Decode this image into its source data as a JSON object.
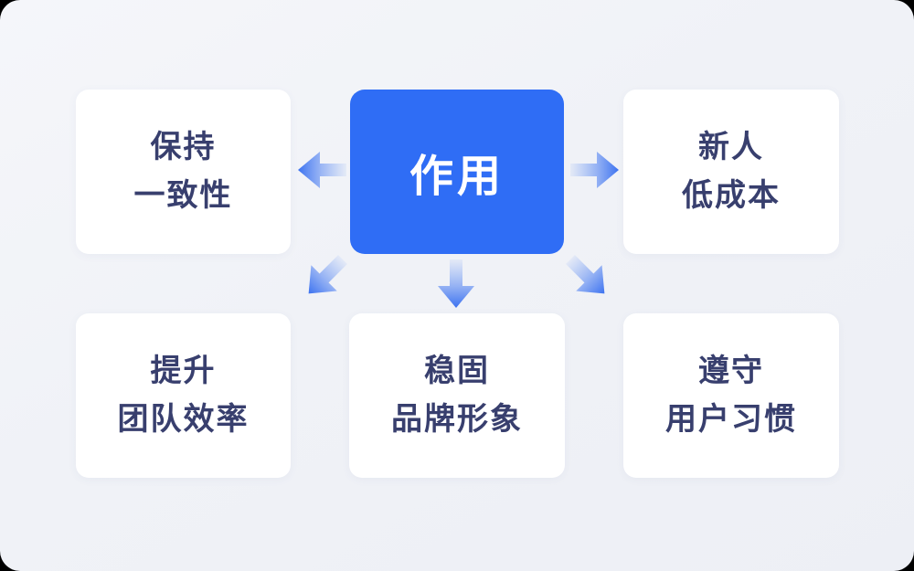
{
  "diagram": {
    "center": {
      "label": "作用"
    },
    "nodes": {
      "top_left": {
        "line1": "保持",
        "line2": "一致性"
      },
      "top_right": {
        "line1": "新人",
        "line2": "低成本"
      },
      "bottom_left": {
        "line1": "提升",
        "line2": "团队效率"
      },
      "bottom_center": {
        "line1": "稳固",
        "line2": "品牌形象"
      },
      "bottom_right": {
        "line1": "遵守",
        "line2": "用户习惯"
      }
    },
    "arrows": [
      "left",
      "right",
      "down-left",
      "down",
      "down-right"
    ],
    "colors": {
      "accent": "#2f6df5",
      "arrow_tip": "#3c72f0",
      "text": "#383f6e",
      "card": "#ffffff",
      "background": "#f0f2f7",
      "outer": "#000000"
    }
  }
}
